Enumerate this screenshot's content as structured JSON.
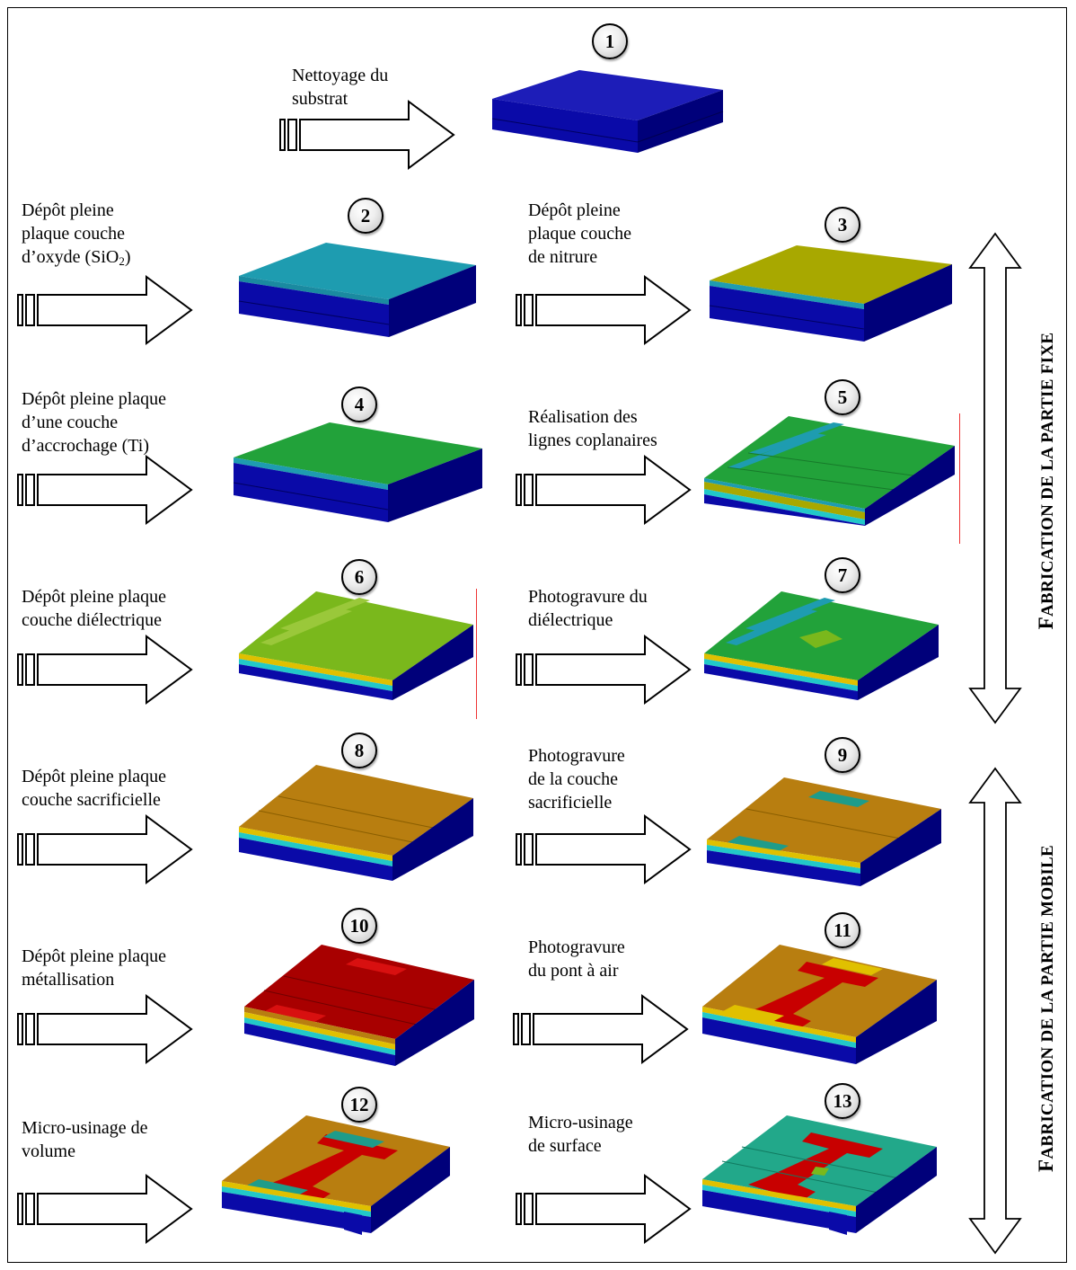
{
  "steps": [
    {
      "number": "1",
      "label": "Nettoyage du\nsubstrat"
    },
    {
      "number": "2",
      "label": "Dépôt pleine\nplaque couche\nd’oxyde (SiO",
      "label_sub": "2",
      "label_after": ")"
    },
    {
      "number": "3",
      "label": "Dépôt pleine\nplaque couche\nde nitrure"
    },
    {
      "number": "4",
      "label": "Dépôt pleine plaque\nd’une couche\nd’accrochage (Ti)"
    },
    {
      "number": "5",
      "label": "Réalisation des\nlignes coplanaires"
    },
    {
      "number": "6",
      "label": "Dépôt pleine plaque\ncouche diélectrique"
    },
    {
      "number": "7",
      "label": "Photogravure du\ndiélectrique"
    },
    {
      "number": "8",
      "label": "Dépôt pleine plaque\ncouche sacrificielle"
    },
    {
      "number": "9",
      "label": "Photogravure\nde la couche\nsacrificielle"
    },
    {
      "number": "10",
      "label": "Dépôt pleine plaque\nmétallisation"
    },
    {
      "number": "11",
      "label": "Photogravure\ndu pont à air"
    },
    {
      "number": "12",
      "label": "Micro-usinage de\nvolume"
    },
    {
      "number": "13",
      "label": "Micro-usinage\nde surface"
    }
  ],
  "side_titles": {
    "fixed_cap": "F",
    "fixed_rest": "ABRICATION DE LA PARTIE FIXE",
    "mobile_cap": "F",
    "mobile_rest": "ABRICATION DE LA PARTIE MOBILE"
  },
  "colors": {
    "substrate": "#0a0aa8",
    "oxide": "#1e9cb0",
    "nitride": "#a8a800",
    "ti": "#22a23a",
    "dielectric": "#7ab81c",
    "sacrificial": "#b87e10",
    "metal": "#c80000",
    "cyan_edge": "#22c8c8",
    "yellow_edge": "#e0c000",
    "guide_line": "#e33333"
  }
}
